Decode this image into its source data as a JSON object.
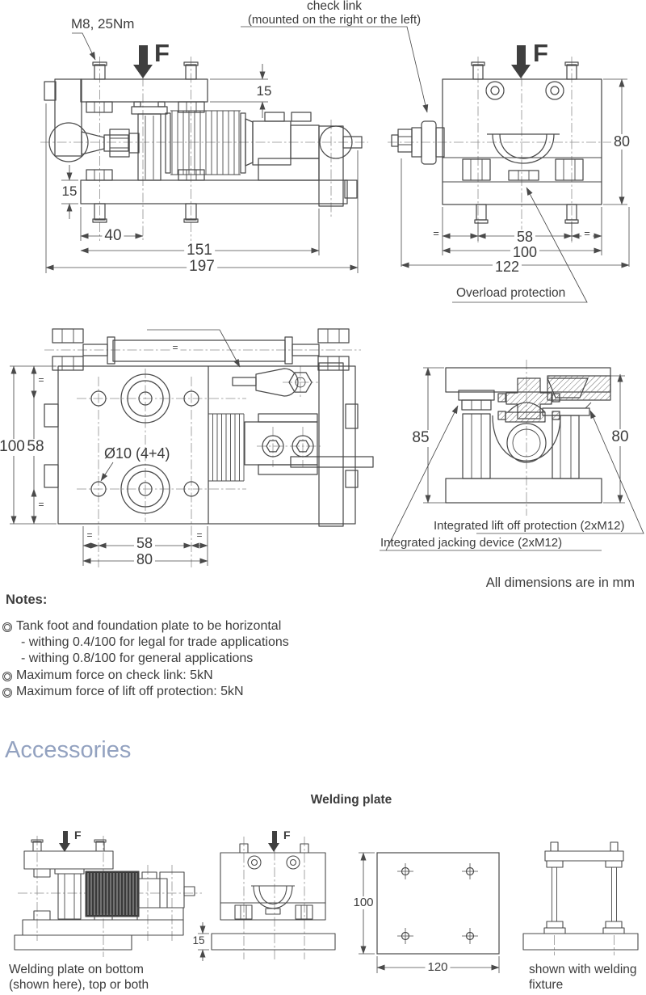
{
  "colors": {
    "line": "#4a4a4a",
    "text": "#3c3c3c",
    "accent": "#93a2c0"
  },
  "force_label": "F",
  "eq_symbol": "=",
  "check_link_note": {
    "line1": "check link",
    "line2": "(mounted on the right or the left)"
  },
  "side_view": {
    "bolt_label": "M8, 25Nm",
    "dim_plate_top": "15",
    "dim_plate_bottom": "15",
    "dim_40": "40",
    "dim_151": "151",
    "dim_197": "197"
  },
  "front_view": {
    "dim_height": "80",
    "dim_58": "58",
    "dim_100": "100",
    "dim_122": "122",
    "overload_label": "Overload protection"
  },
  "plan_view": {
    "dim_100": "100",
    "dim_58_vertical": "58",
    "hole_label": "Ø10 (4+4)",
    "dim_58": "58",
    "dim_80": "80"
  },
  "section_view": {
    "dim_85": "85",
    "dim_80": "80",
    "liftoff_label": "Integrated lift off protection (2xM12)",
    "jacking_label": "Integrated jacking device (2xM12)"
  },
  "units_note": "All dimensions are in mm",
  "notes": {
    "title": "Notes:",
    "item1": "Tank foot and foundation plate to be horizontal",
    "item1_sub1": "- withing 0.4/100 for legal for trade applications",
    "item1_sub2": "- withing 0.8/100 for general applications",
    "item2": "Maximum force on check link: 5kN",
    "item3": "Maximum force of lift off protection: 5kN"
  },
  "accessories": {
    "heading": "Accessories",
    "subheading": "Welding plate",
    "dim_15": "15",
    "plate_dim_100": "100",
    "plate_dim_120": "120",
    "caption_left_line1": "Welding plate on bottom",
    "caption_left_line2": "(shown here), top or both",
    "caption_right_line1": "shown with welding",
    "caption_right_line2": "fixture"
  }
}
